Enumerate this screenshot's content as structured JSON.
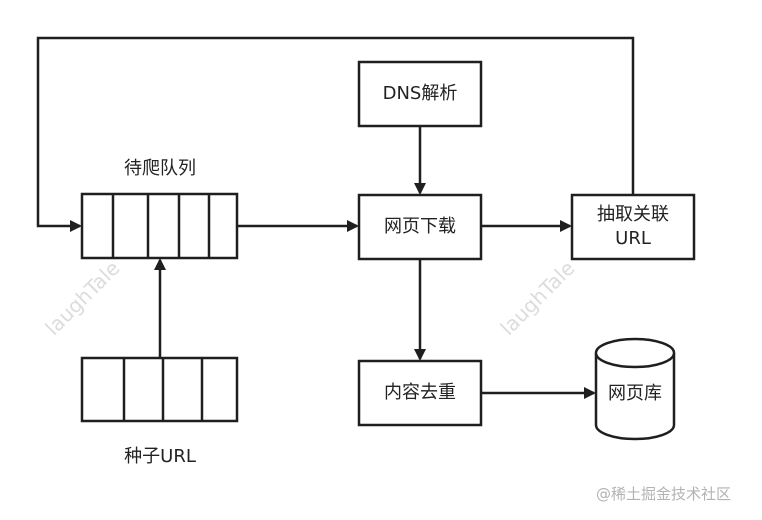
{
  "labels": {
    "pending_queue": "待爬队列",
    "seed_url": "种子URL",
    "dns": "DNS解析",
    "download": "网页下载",
    "extract_line1": "抽取关联",
    "extract_line2": "URL",
    "dedupe": "内容去重",
    "page_db": "网页库"
  },
  "watermark": "laughTale",
  "credit": "@稀土掘金技术社区",
  "colors": {
    "stroke": "#1f1f1f",
    "text": "#222222",
    "watermark": "#dcdcdc",
    "credit": "#b3b3b3"
  }
}
